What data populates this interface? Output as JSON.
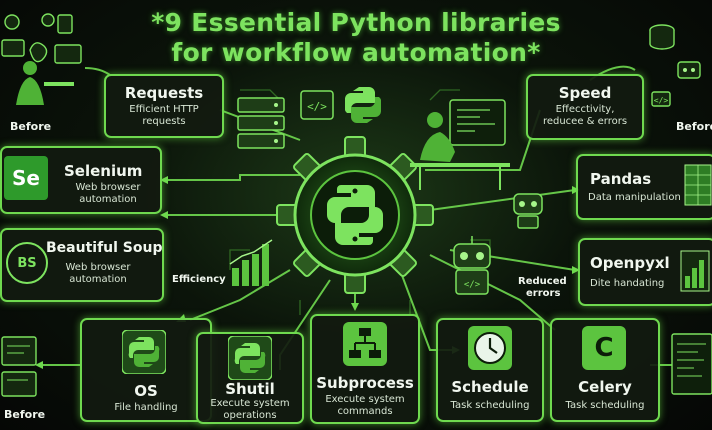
{
  "title": {
    "line1": "*9 Essential Python libraries",
    "line2": "for workflow automation*"
  },
  "cards": {
    "requests": {
      "name": "Requests",
      "desc1": "Efficient HTTP",
      "desc2": "requests"
    },
    "selenium": {
      "name": "Selenium",
      "desc1": "Web browser",
      "desc2": "automation",
      "logo": "Se"
    },
    "bsoup": {
      "name": "Beautiful Soup",
      "desc1": "Web browser",
      "desc2": "automation",
      "logo": "BS"
    },
    "speed": {
      "name": "Speed",
      "desc1": "Effecctivity,",
      "desc2": "reducee & errors"
    },
    "pandas": {
      "name": "Pandas",
      "desc1": "Data manipulation"
    },
    "openpyxl": {
      "name": "Openpyxl",
      "desc1": "Dite handating"
    },
    "os": {
      "name": "OS",
      "desc1": "File handling"
    },
    "shutil": {
      "name": "Shutil",
      "desc1": "Execute system",
      "desc2": "operations"
    },
    "subprocess": {
      "name": "Subprocess",
      "desc1": "Execute system",
      "desc2": "commands"
    },
    "schedule": {
      "name": "Schedule",
      "desc1": "Task scheduling"
    },
    "celery": {
      "name": "Celery",
      "desc1": "Task scheduling",
      "logo": "C"
    }
  },
  "labels": {
    "before_left": "Before",
    "before_right": "Before",
    "before_bottom": "Before",
    "efficiency": "Efficiency",
    "reduced1": "Reduced",
    "reduced2": "errors"
  },
  "icons": {
    "center": "python-gear-icon",
    "code": "code-brackets-icon",
    "servers": "server-stack-icon",
    "robot": "robot-icon",
    "clock": "clock-icon",
    "flowchart": "flowchart-icon"
  },
  "colors": {
    "accent": "#6fd94f",
    "title": "#7de35f",
    "background": "#060806",
    "text": "#f1f7ef"
  }
}
